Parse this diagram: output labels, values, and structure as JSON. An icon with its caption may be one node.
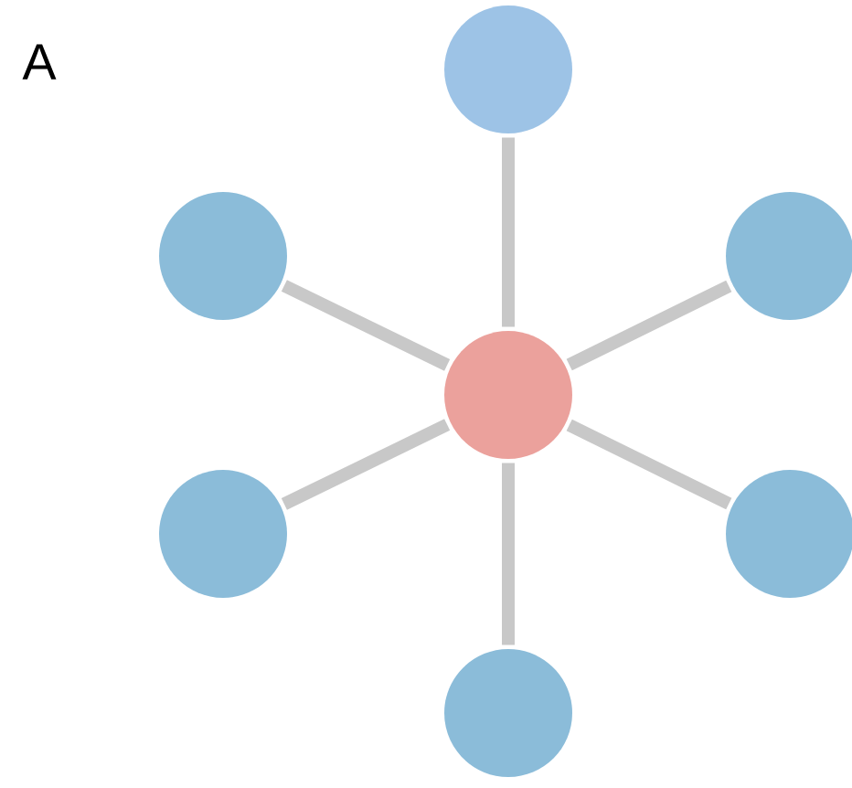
{
  "diagram": {
    "nodes": [
      {
        "text": [],
        "shape": "circle"
      },
      {
        "text": [],
        "shape": "circle"
      },
      {
        "text": [],
        "shape": "circle"
      },
      {
        "text": [],
        "shape": "circle"
      },
      {
        "text": [],
        "shape": "circle"
      },
      {
        "text": [],
        "shape": "circle"
      },
      {
        "text": [],
        "shape": "circle"
      }
    ],
    "edges": [
      {
        "from": 3,
        "to": 0,
        "arrow": "none"
      },
      {
        "from": 3,
        "to": 1,
        "arrow": "none"
      },
      {
        "from": 3,
        "to": 2,
        "arrow": "none"
      },
      {
        "from": 3,
        "to": 4,
        "arrow": "none"
      },
      {
        "from": 3,
        "to": 5,
        "arrow": "none"
      },
      {
        "from": 3,
        "to": 6,
        "arrow": "none"
      }
    ],
    "labels": [
      "A"
    ]
  }
}
